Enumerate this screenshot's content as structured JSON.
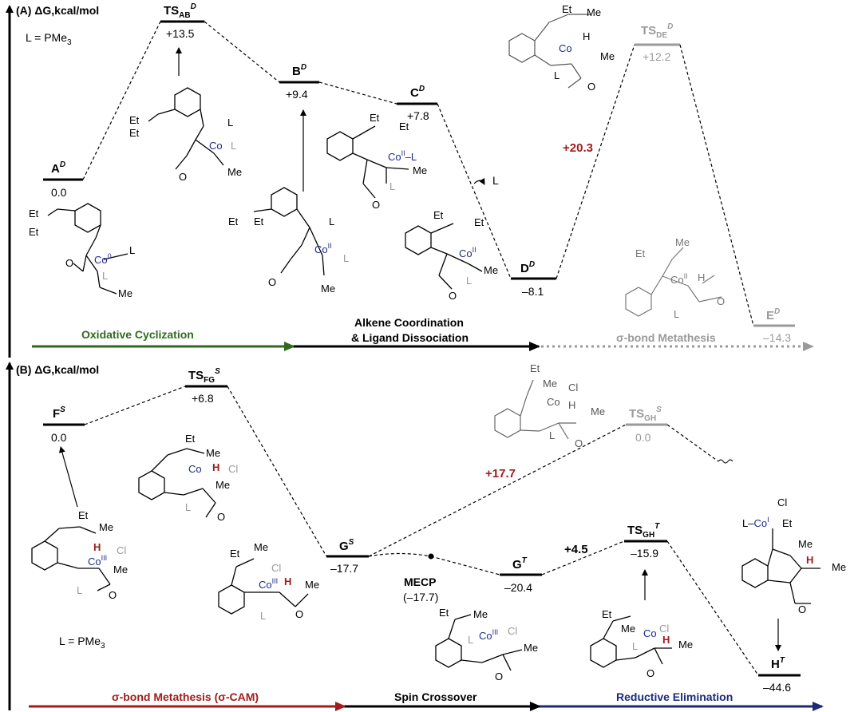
{
  "panel_a": {
    "title": "(A) ΔG,kcal/mol",
    "ligand_note": "L = PMe",
    "ligand_sub": "3",
    "levels": {
      "A": {
        "main": "A",
        "sub": "",
        "sup": "D",
        "energy": "0.0"
      },
      "TSAB": {
        "main": "TS",
        "sub": "AB",
        "sup": "D",
        "energy": "+13.5"
      },
      "B": {
        "main": "B",
        "sub": "",
        "sup": "D",
        "energy": "+9.4"
      },
      "C": {
        "main": "C",
        "sub": "",
        "sup": "D",
        "energy": "+7.8"
      },
      "D": {
        "main": "D",
        "sub": "",
        "sup": "D",
        "energy": "–8.1"
      },
      "TSDE": {
        "main": "TS",
        "sub": "DE",
        "sup": "D",
        "energy": "+12.2"
      },
      "E": {
        "main": "E",
        "sub": "",
        "sup": "D",
        "energy": "–14.3"
      }
    },
    "barrier": "+20.3",
    "ligand_leave": "L",
    "stages": {
      "s1": "Oxidative Cyclization",
      "s2_line1": "Alkene Coordination",
      "s2_line2": "& Ligand Dissociation",
      "s3": "σ-bond Metathesis"
    }
  },
  "panel_b": {
    "title": "(B) ΔG,kcal/mol",
    "ligand_note": "L = PMe",
    "ligand_sub": "3",
    "levels": {
      "F": {
        "main": "F",
        "sub": "",
        "sup": "S",
        "energy": "0.0"
      },
      "TSFG": {
        "main": "TS",
        "sub": "FG",
        "sup": "S",
        "energy": "+6.8"
      },
      "G": {
        "main": "G",
        "sub": "",
        "sup": "S",
        "energy": "–17.7"
      },
      "GT": {
        "main": "G",
        "sub": "",
        "sup": "T",
        "energy": "–20.4"
      },
      "TSGHS": {
        "main": "TS",
        "sub": "GH",
        "sup": "S",
        "energy": "0.0"
      },
      "TSGHT": {
        "main": "TS",
        "sub": "GH",
        "sup": "T",
        "energy": "–15.9"
      },
      "H": {
        "main": "H",
        "sub": "",
        "sup": "T",
        "energy": "–44.6"
      }
    },
    "mecp_label": "MECP",
    "mecp_value": "(–17.7)",
    "barrier_singlet": "+17.7",
    "barrier_triplet": "+4.5",
    "stages": {
      "s1": "σ-bond Metathesis (σ-CAM)",
      "s2": "Spin Crossover",
      "s3": "Reductive Elimination"
    }
  },
  "atoms": {
    "Et": "Et",
    "Me": "Me",
    "Co": "Co",
    "L": "L",
    "O": "O",
    "H": "H",
    "Cl": "Cl",
    "ox0": "0",
    "oxII": "II",
    "oxIII": "III",
    "oxI": "I"
  },
  "colors": {
    "green": "#2e6b1e",
    "black": "#000000",
    "grey": "#9a9a9a",
    "red": "#a11c1c",
    "navy": "#1c2a7a",
    "cobalt": "#1f2a8a"
  }
}
